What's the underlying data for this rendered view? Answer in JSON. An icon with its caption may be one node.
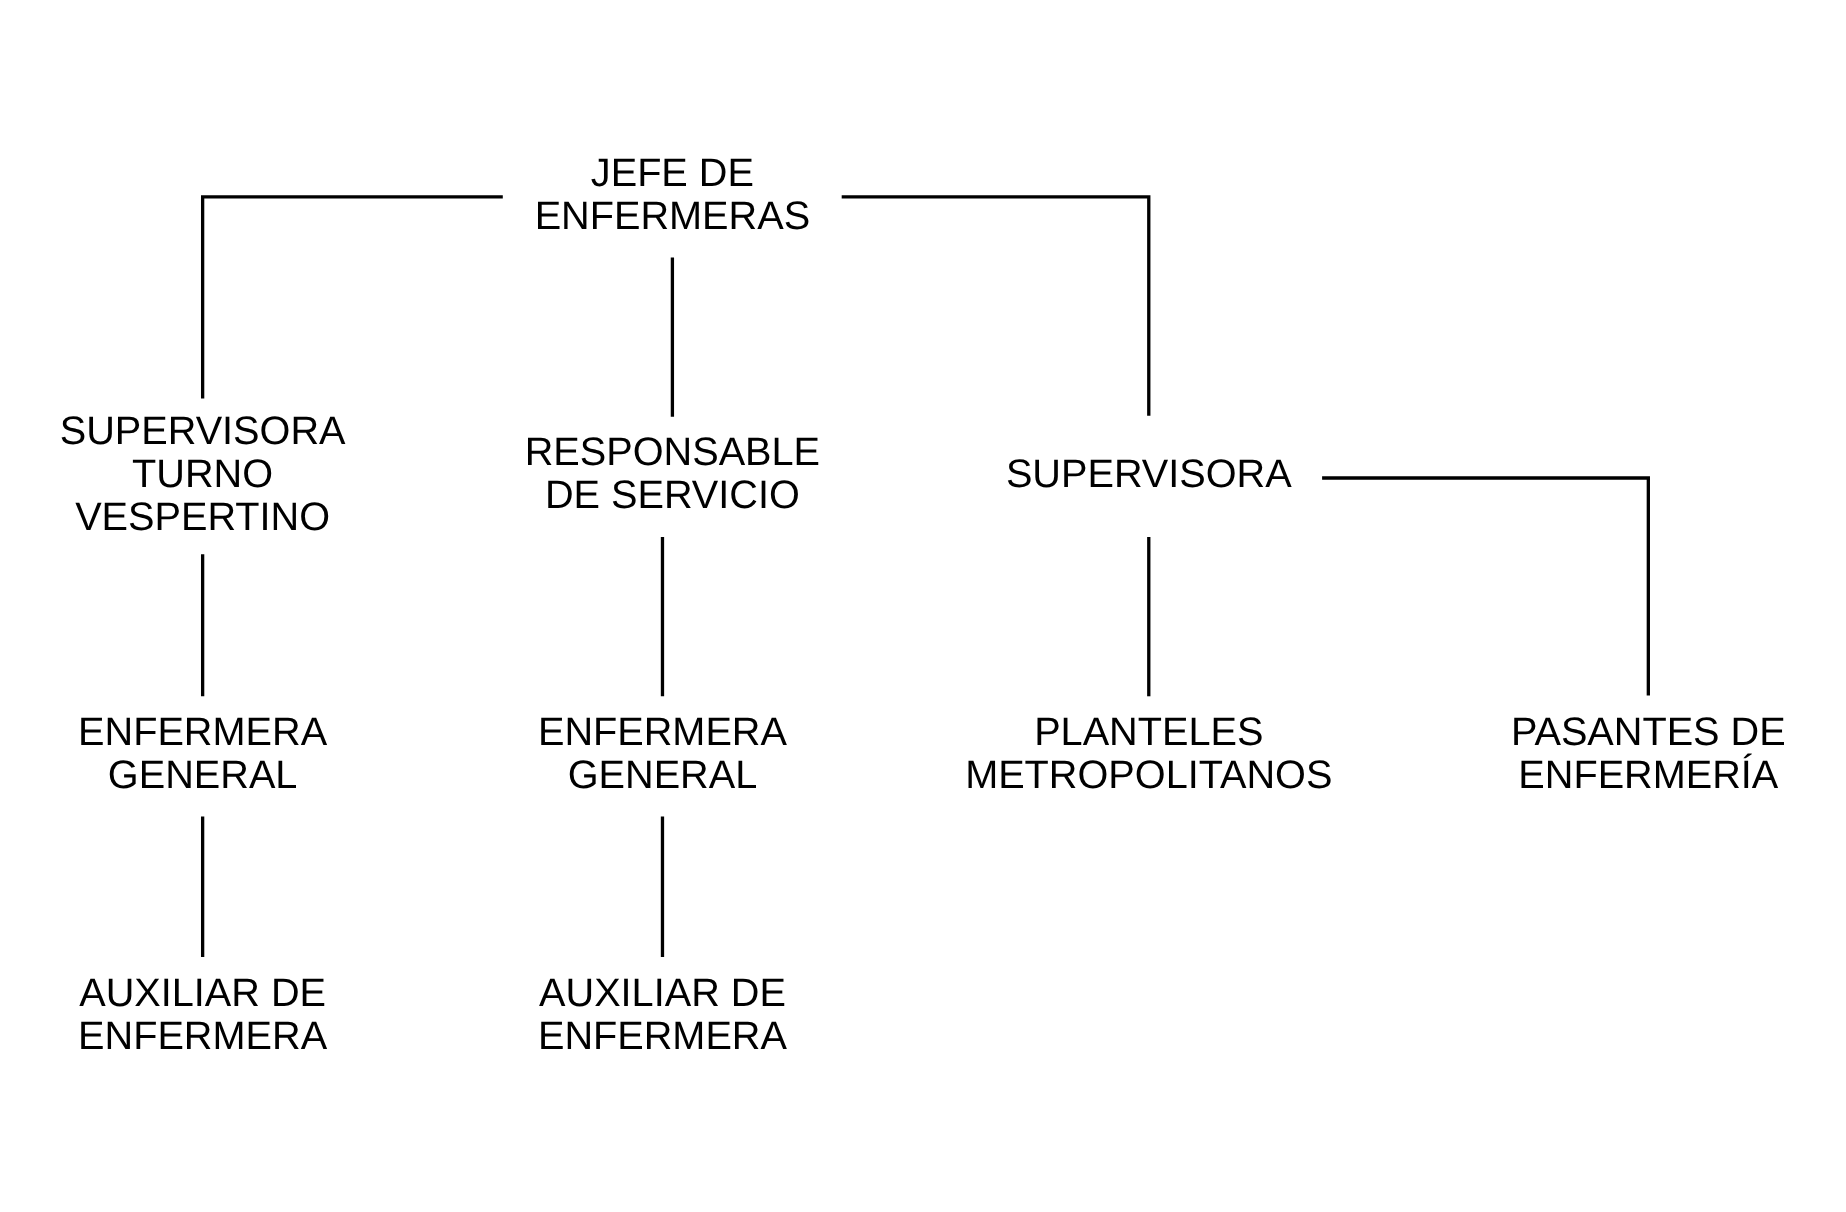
{
  "diagram": {
    "nodes": [
      {
        "text": [
          "JEFE DE ENFERMERAS"
        ]
      },
      {
        "text": [
          "SUPERVISORA TURNO VESPERTINO"
        ]
      },
      {
        "text": [
          "RESPONSABLE DE SERVICIO"
        ]
      },
      {
        "text": [
          "SUPERVISORA"
        ]
      },
      {
        "text": [
          "ENFERMERA GENERAL"
        ]
      },
      {
        "text": [
          "ENFERMERA GENERAL"
        ]
      },
      {
        "text": [
          "PLANTELES METROPOLITANOS"
        ]
      },
      {
        "text": [
          "PASANTES DE ENFERMERÍA"
        ]
      },
      {
        "text": [
          "AUXILIAR DE ENFERMERA"
        ]
      },
      {
        "text": [
          "AUXILIAR DE ENFERMERA"
        ]
      }
    ],
    "edges": [
      {
        "from": 0,
        "to": 1,
        "arrow": "none"
      },
      {
        "from": 0,
        "to": 2,
        "arrow": "none"
      },
      {
        "from": 0,
        "to": 3,
        "arrow": "none"
      },
      {
        "from": 1,
        "to": 4,
        "arrow": "none"
      },
      {
        "from": 2,
        "to": 5,
        "arrow": "none"
      },
      {
        "from": 3,
        "to": 6,
        "arrow": "none"
      },
      {
        "from": 3,
        "to": 7,
        "arrow": "none"
      },
      {
        "from": 4,
        "to": 8,
        "arrow": "none"
      },
      {
        "from": 5,
        "to": 9,
        "arrow": "none"
      }
    ]
  }
}
